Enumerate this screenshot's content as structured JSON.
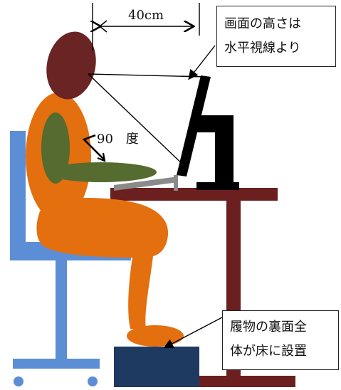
{
  "labels": {
    "distance": "40cm",
    "angle": "90　度"
  },
  "callouts": {
    "screen": {
      "line1": "画面の高さは",
      "line2": "水平視線より"
    },
    "feet": {
      "line1": "履物の裏面全",
      "line2": "体が床に設置"
    }
  },
  "colors": {
    "head": "#6a2424",
    "body": "#e46f0e",
    "arm": "#556b2f",
    "chair": "#5c8ed6",
    "desk": "#6b1f1f",
    "monitor": "#000000",
    "keyboard": "#8a8a8a",
    "footrest": "#1f3a60"
  }
}
